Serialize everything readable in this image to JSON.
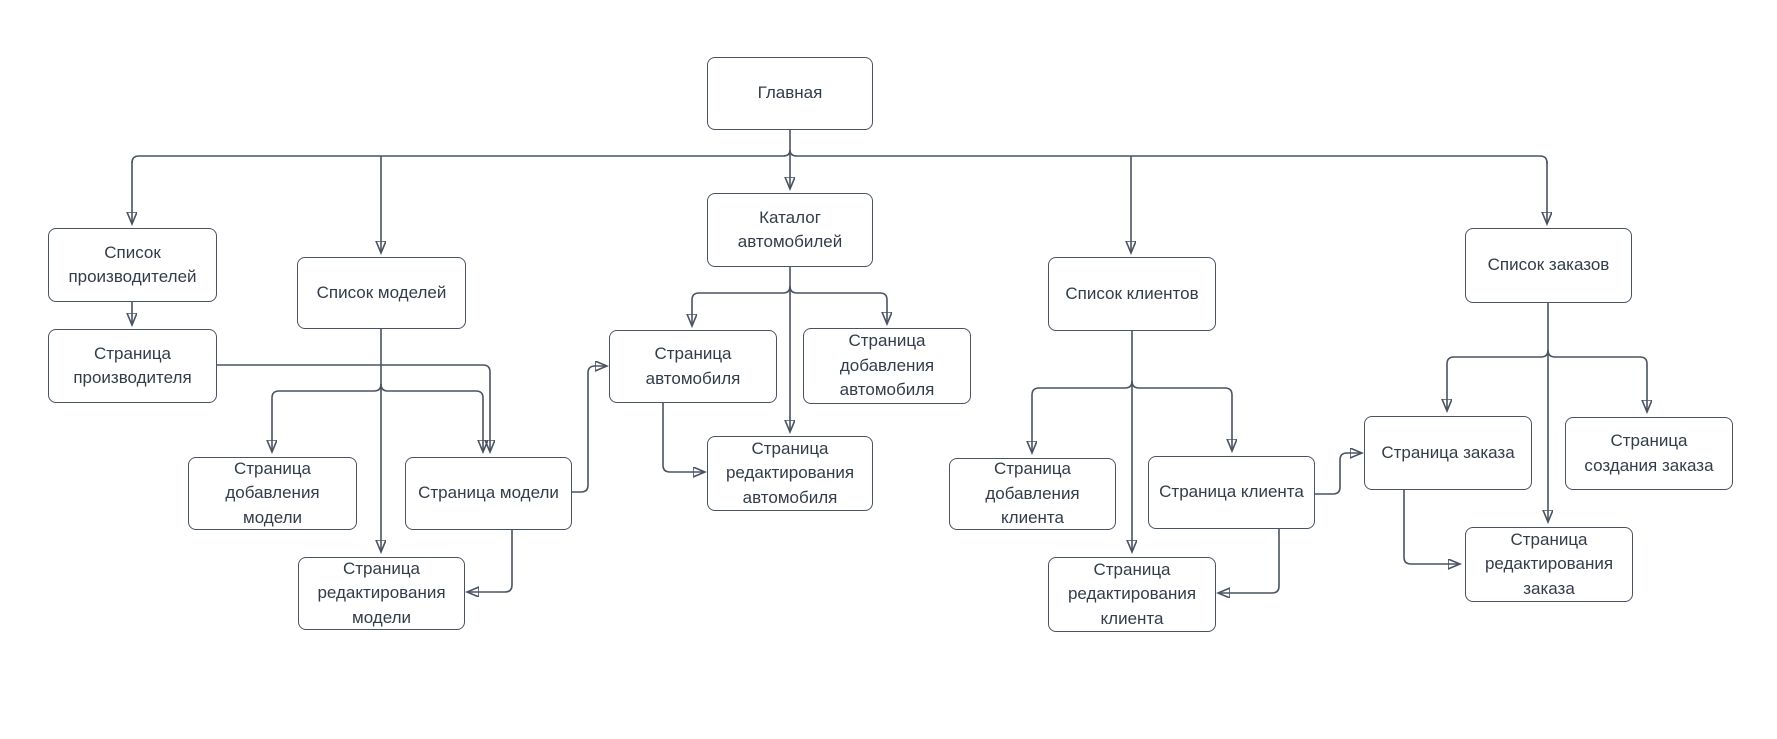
{
  "diagram": {
    "title": "",
    "nodes": [
      {
        "id": "glavnaya",
        "label": "Главная"
      },
      {
        "id": "spisok-proizvoditeley",
        "label": "Список производителей"
      },
      {
        "id": "spisok-modeley",
        "label": "Список моделей"
      },
      {
        "id": "katalog-avtomobiley",
        "label": "Каталог автомобилей"
      },
      {
        "id": "spisok-klientov",
        "label": "Список клиентов"
      },
      {
        "id": "spisok-zakazov",
        "label": "Список заказов"
      },
      {
        "id": "stranitsa-proizvoditelya",
        "label": "Страница производителя"
      },
      {
        "id": "stranitsa-dobavleniya-modeli",
        "label": "Страница добавления модели"
      },
      {
        "id": "stranitsa-modeli",
        "label": "Страница модели"
      },
      {
        "id": "stranitsa-redaktirovaniya-modeli",
        "label": "Страница редактирования модели"
      },
      {
        "id": "stranitsa-avtomobilya",
        "label": "Страница автомобиля"
      },
      {
        "id": "stranitsa-dobavleniya-avtomobilya",
        "label": "Страница добавления автомобиля"
      },
      {
        "id": "stranitsa-redaktirovaniya-avtomobilya",
        "label": "Страница редактирования автомобиля"
      },
      {
        "id": "stranitsa-dobavleniya-klienta",
        "label": "Страница добавления клиента"
      },
      {
        "id": "stranitsa-klienta",
        "label": "Страница клиента"
      },
      {
        "id": "stranitsa-redaktirovaniya-klienta",
        "label": "Страница редактирования клиента"
      },
      {
        "id": "stranitsa-zakaza",
        "label": "Страница заказа"
      },
      {
        "id": "stranitsa-sozdaniya-zakaza",
        "label": "Страница создания заказа"
      },
      {
        "id": "stranitsa-redaktirovaniya-zakaza",
        "label": "Страница редактирования заказа"
      }
    ],
    "edges": [
      {
        "from": "glavnaya",
        "to": "spisok-proizvoditeley"
      },
      {
        "from": "glavnaya",
        "to": "spisok-modeley"
      },
      {
        "from": "glavnaya",
        "to": "katalog-avtomobiley"
      },
      {
        "from": "glavnaya",
        "to": "spisok-klientov"
      },
      {
        "from": "glavnaya",
        "to": "spisok-zakazov"
      },
      {
        "from": "spisok-proizvoditeley",
        "to": "stranitsa-proizvoditelya"
      },
      {
        "from": "stranitsa-proizvoditelya",
        "to": "stranitsa-modeli"
      },
      {
        "from": "spisok-modeley",
        "to": "stranitsa-dobavleniya-modeli"
      },
      {
        "from": "spisok-modeley",
        "to": "stranitsa-modeli"
      },
      {
        "from": "spisok-modeley",
        "to": "stranitsa-redaktirovaniya-modeli"
      },
      {
        "from": "stranitsa-modeli",
        "to": "stranitsa-avtomobilya"
      },
      {
        "from": "stranitsa-modeli",
        "to": "stranitsa-redaktirovaniya-modeli"
      },
      {
        "from": "katalog-avtomobiley",
        "to": "stranitsa-avtomobilya"
      },
      {
        "from": "katalog-avtomobiley",
        "to": "stranitsa-dobavleniya-avtomobilya"
      },
      {
        "from": "katalog-avtomobiley",
        "to": "stranitsa-redaktirovaniya-avtomobilya"
      },
      {
        "from": "stranitsa-avtomobilya",
        "to": "stranitsa-redaktirovaniya-avtomobilya"
      },
      {
        "from": "spisok-klientov",
        "to": "stranitsa-dobavleniya-klienta"
      },
      {
        "from": "spisok-klientov",
        "to": "stranitsa-klienta"
      },
      {
        "from": "spisok-klientov",
        "to": "stranitsa-redaktirovaniya-klienta"
      },
      {
        "from": "stranitsa-klienta",
        "to": "stranitsa-redaktirovaniya-klienta"
      },
      {
        "from": "stranitsa-klienta",
        "to": "stranitsa-zakaza"
      },
      {
        "from": "spisok-zakazov",
        "to": "stranitsa-zakaza"
      },
      {
        "from": "spisok-zakazov",
        "to": "stranitsa-sozdaniya-zakaza"
      },
      {
        "from": "spisok-zakazov",
        "to": "stranitsa-redaktirovaniya-zakaza"
      },
      {
        "from": "stranitsa-zakaza",
        "to": "stranitsa-redaktirovaniya-zakaza"
      }
    ],
    "colors": {
      "background": "#ffffff",
      "node_fill": "#ffffff",
      "node_border": "#4a5362",
      "line": "#4a5362",
      "arrowhead": "#39424f",
      "text": "#333c49"
    }
  }
}
